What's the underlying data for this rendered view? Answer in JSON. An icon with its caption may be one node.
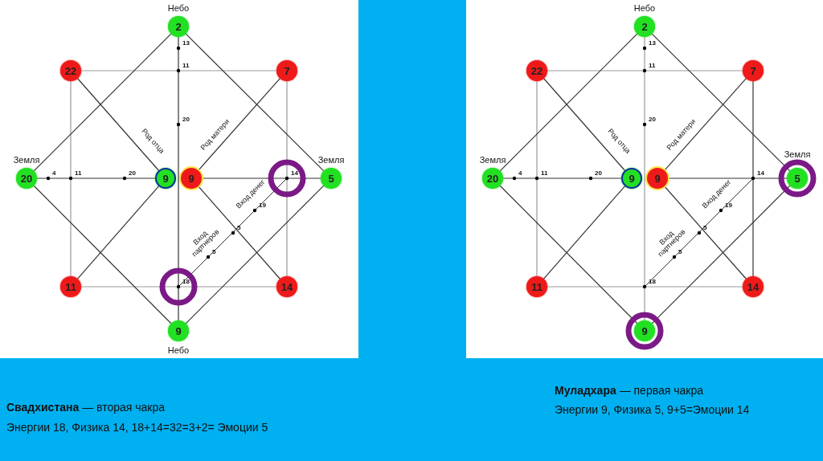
{
  "diagram": {
    "nodes": [
      {
        "text": [
          "2"
        ],
        "beside": [
          "Небо"
        ]
      },
      {
        "text": [
          "22"
        ]
      },
      {
        "text": [
          "7"
        ]
      },
      {
        "text": [
          "20"
        ],
        "beside": [
          "Земля"
        ]
      },
      {
        "text": [
          "9"
        ]
      },
      {
        "text": [
          "9"
        ]
      },
      {
        "text": [
          "5"
        ],
        "beside": [
          "Земля"
        ]
      },
      {
        "text": [
          "11"
        ]
      },
      {
        "text": [
          "14"
        ]
      },
      {
        "text": [
          "9"
        ],
        "beside": [
          "Небо"
        ]
      },
      {
        "text": [
          "2"
        ],
        "beside": [
          "Небо"
        ]
      },
      {
        "text": [
          "22"
        ]
      },
      {
        "text": [
          "7"
        ]
      },
      {
        "text": [
          "20"
        ],
        "beside": [
          "Земля"
        ]
      },
      {
        "text": [
          "9"
        ]
      },
      {
        "text": [
          "9"
        ]
      },
      {
        "text": [
          "5"
        ],
        "beside": [
          "Земля"
        ]
      },
      {
        "text": [
          "11"
        ]
      },
      {
        "text": [
          "14"
        ]
      },
      {
        "text": [
          "9"
        ]
      }
    ],
    "edges": [
      {
        "from": 1,
        "to": 2,
        "arrow": "none",
        "color": "#999999"
      },
      {
        "from": 1,
        "to": 7,
        "arrow": "none",
        "color": "#999999"
      },
      {
        "from": 2,
        "to": 8,
        "arrow": "none",
        "color": "#999999"
      },
      {
        "from": 7,
        "to": 8,
        "arrow": "none",
        "color": "#999999"
      },
      {
        "from": 0,
        "to": 3,
        "arrow": "none"
      },
      {
        "from": 0,
        "to": 6,
        "arrow": "none"
      },
      {
        "from": 3,
        "to": 9,
        "arrow": "none"
      },
      {
        "from": 6,
        "to": 9,
        "arrow": "none"
      },
      {
        "from": 0,
        "to": 9,
        "arrow": "none"
      },
      {
        "from": 3,
        "to": 4,
        "arrow": "none"
      },
      {
        "from": 5,
        "to": 6,
        "arrow": "none"
      },
      {
        "from": 1,
        "to": 4,
        "arrow": "none",
        "label": "Род отца"
      },
      {
        "from": 2,
        "to": 5,
        "arrow": "none",
        "label": "Род матери"
      },
      {
        "from": 4,
        "to": 7,
        "arrow": "none"
      },
      {
        "from": 5,
        "to": 8,
        "arrow": "none"
      },
      {
        "from": 11,
        "to": 12,
        "arrow": "none",
        "color": "#999999"
      },
      {
        "from": 11,
        "to": 17,
        "arrow": "none",
        "color": "#999999"
      },
      {
        "from": 12,
        "to": 18,
        "arrow": "none"
      },
      {
        "from": 17,
        "to": 18,
        "arrow": "none",
        "color": "#999999"
      },
      {
        "from": 10,
        "to": 13,
        "arrow": "none"
      },
      {
        "from": 10,
        "to": 16,
        "arrow": "none"
      },
      {
        "from": 13,
        "to": 19,
        "arrow": "none"
      },
      {
        "from": 16,
        "to": 19,
        "arrow": "none"
      },
      {
        "from": 10,
        "to": 19,
        "arrow": "none",
        "color": "#999999"
      },
      {
        "from": 13,
        "to": 14,
        "arrow": "none"
      },
      {
        "from": 15,
        "to": 16,
        "arrow": "none"
      },
      {
        "from": 11,
        "to": 14,
        "arrow": "none",
        "label": "Род отца"
      },
      {
        "from": 12,
        "to": 15,
        "arrow": "none",
        "label": "Род матери"
      },
      {
        "from": 14,
        "to": 17,
        "arrow": "none"
      },
      {
        "from": 15,
        "to": 18,
        "arrow": "none"
      }
    ],
    "labels": [
      "13",
      "11",
      "20",
      "4",
      "11",
      "20",
      "14",
      "Вход денег",
      "19",
      "5",
      "Вход партнеров",
      "5",
      "18",
      "13",
      "11",
      "20",
      "4",
      "11",
      "20",
      "14",
      "Вход денег",
      "19",
      "5",
      "Вход партнеров",
      "5",
      "18",
      "**Свадхистана** — вторая чакра",
      "Энергии 18, Физика 14, 18+14=32=3+2= Эмоции 5",
      "**Муладхара** — первая чакра",
      "Энергии 9, Физика 5, 9+5=Эмоции 14"
    ]
  }
}
